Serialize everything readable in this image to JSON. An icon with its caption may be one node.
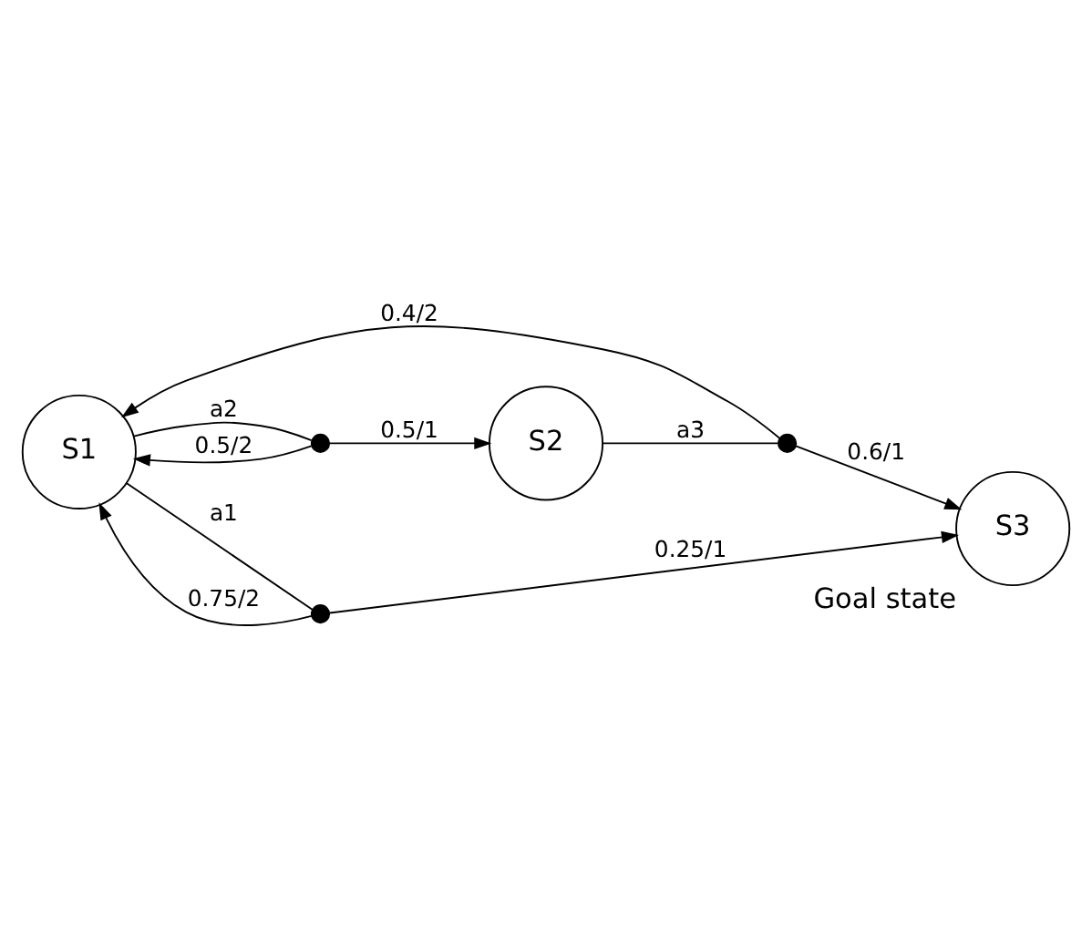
{
  "diagram": {
    "nodes": [
      {
        "text": [
          "S1"
        ]
      },
      {
        "text": [
          "S2"
        ]
      },
      {
        "text": [
          "S3"
        ],
        "beside": [
          "Goal state"
        ]
      },
      {
        "text": [],
        "shape": "circle"
      },
      {
        "text": [],
        "shape": "circle"
      },
      {
        "text": [],
        "shape": "circle"
      }
    ],
    "edges": [
      {
        "from": 0,
        "to": 3,
        "arrow": "none",
        "label": "a2"
      },
      {
        "from": 3,
        "to": 1,
        "arrow": "to",
        "label": "0.5/1"
      },
      {
        "from": 3,
        "to": 0,
        "arrow": "to",
        "label": "0.5/2"
      },
      {
        "from": 1,
        "to": 4,
        "arrow": "none",
        "label": "a3"
      },
      {
        "from": 4,
        "to": 0,
        "arrow": "to",
        "label": "0.4/2"
      },
      {
        "from": 4,
        "to": 2,
        "arrow": "to",
        "label": "0.6/1"
      },
      {
        "from": 0,
        "to": 5,
        "arrow": "none",
        "label": "a1"
      },
      {
        "from": 5,
        "to": 2,
        "arrow": "to",
        "label": "0.25/1"
      },
      {
        "from": 5,
        "to": 0,
        "arrow": "to",
        "label": "0.75/2"
      }
    ]
  }
}
